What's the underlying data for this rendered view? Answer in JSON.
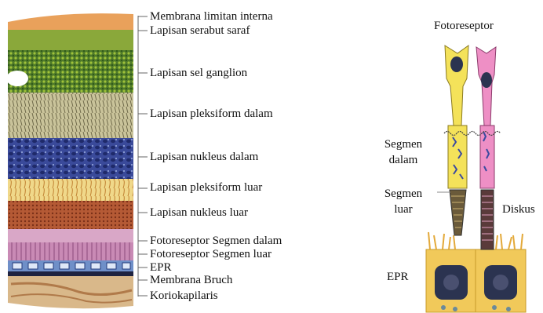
{
  "retina_layers": [
    {
      "label": "Membrana limitan interna"
    },
    {
      "label": "Lapisan serabut saraf"
    },
    {
      "label": "Lapisan sel ganglion"
    },
    {
      "label": "Lapisan pleksiform dalam"
    },
    {
      "label": "Lapisan nukleus dalam"
    },
    {
      "label": "Lapisan pleksiform luar"
    },
    {
      "label": "Lapisan nukleus luar"
    },
    {
      "label": "Fotoreseptor Segmen dalam"
    },
    {
      "label": "Fotoreseptor Segmen luar"
    },
    {
      "label": "EPR"
    },
    {
      "label": "Membrana Bruch"
    },
    {
      "label": "Koriokapilaris"
    }
  ],
  "photoreceptor": {
    "title": "Fotoreseptor",
    "inner_segment_label": [
      "Segmen",
      "dalam"
    ],
    "outer_segment_label": [
      "Segmen",
      "luar"
    ],
    "disc_label": "Diskus",
    "rpe_label": "EPR"
  },
  "colors": {
    "rod": "#ee8fc5",
    "cone": "#f4e25a",
    "rpe": "#f1c95a",
    "nucleus": "#2b3350"
  }
}
